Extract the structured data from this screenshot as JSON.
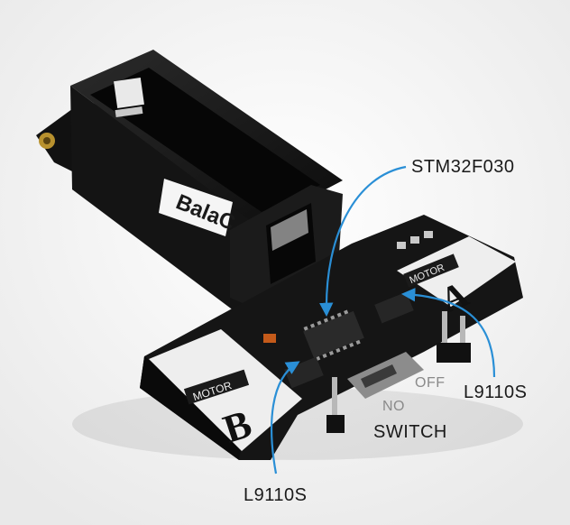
{
  "callouts": {
    "mcu": "STM32F030",
    "driver_right": "L9110S",
    "driver_left": "L9110S",
    "switch": "SWITCH",
    "switch_on": "NO",
    "switch_off": "OFF"
  },
  "silkscreen": {
    "motor_a_label": "MOTOR",
    "motor_a_letter": "A",
    "motor_b_label": "MOTOR",
    "motor_b_letter": "B",
    "battery_sticker": "BalaC"
  },
  "colors": {
    "pcb": "#151515",
    "callout_line": "#2a8fd6",
    "label_panel": "#f0f0f0"
  }
}
